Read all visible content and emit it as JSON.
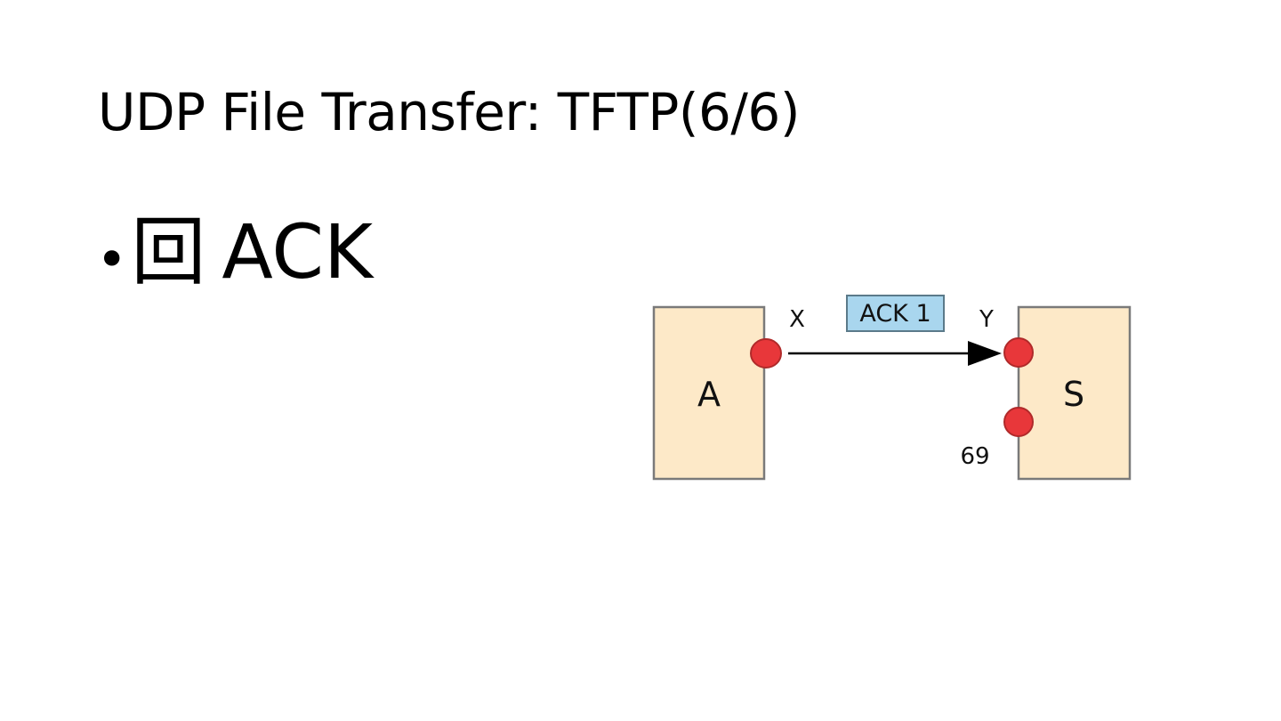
{
  "slide": {
    "title": "UDP File Transfer: TFTP(6/6)",
    "bullet": {
      "symbol": "•",
      "glyph": "回",
      "text": "ACK"
    }
  },
  "diagram": {
    "left_node": {
      "label": "A",
      "port_label": "X"
    },
    "right_node": {
      "label": "S",
      "port_top_label": "Y",
      "port_bottom_label": "69"
    },
    "message": {
      "label": "ACK 1",
      "from": "X",
      "to": "Y"
    },
    "colors": {
      "node_fill": "#fde9c8",
      "node_stroke": "#7a7a7a",
      "port_fill": "#e8373a",
      "port_stroke": "#b02a2a",
      "message_fill": "#a9d6ee",
      "message_stroke": "#5b7a8a",
      "arrow": "#000000"
    }
  }
}
